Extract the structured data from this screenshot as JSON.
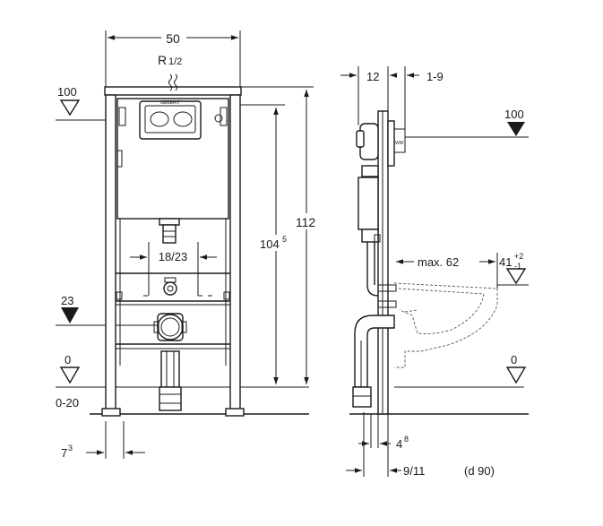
{
  "front_view": {
    "width": "50",
    "pipe_thread": "R",
    "pipe_thread_size": "1/2",
    "level_100": "100",
    "level_23": "23",
    "level_0": "0",
    "range_0_20": "0-20",
    "spacing": "18/23",
    "total_height": "112",
    "height_base": "104",
    "height_sup": "5",
    "offset_base": "7",
    "offset_sup": "3",
    "brand": "GEBERIT"
  },
  "side_view": {
    "depth": "12",
    "adjust": "1-9",
    "level_100": "100",
    "level_0": "0",
    "projection": "max. 62",
    "bowl_height_base": "41",
    "tol_plus": "+2",
    "tol_minus": "-1",
    "wall_offset_base": "4",
    "wall_offset_sup": "8",
    "drain_offset": "9/11",
    "drain_diameter": "(d 90)"
  }
}
